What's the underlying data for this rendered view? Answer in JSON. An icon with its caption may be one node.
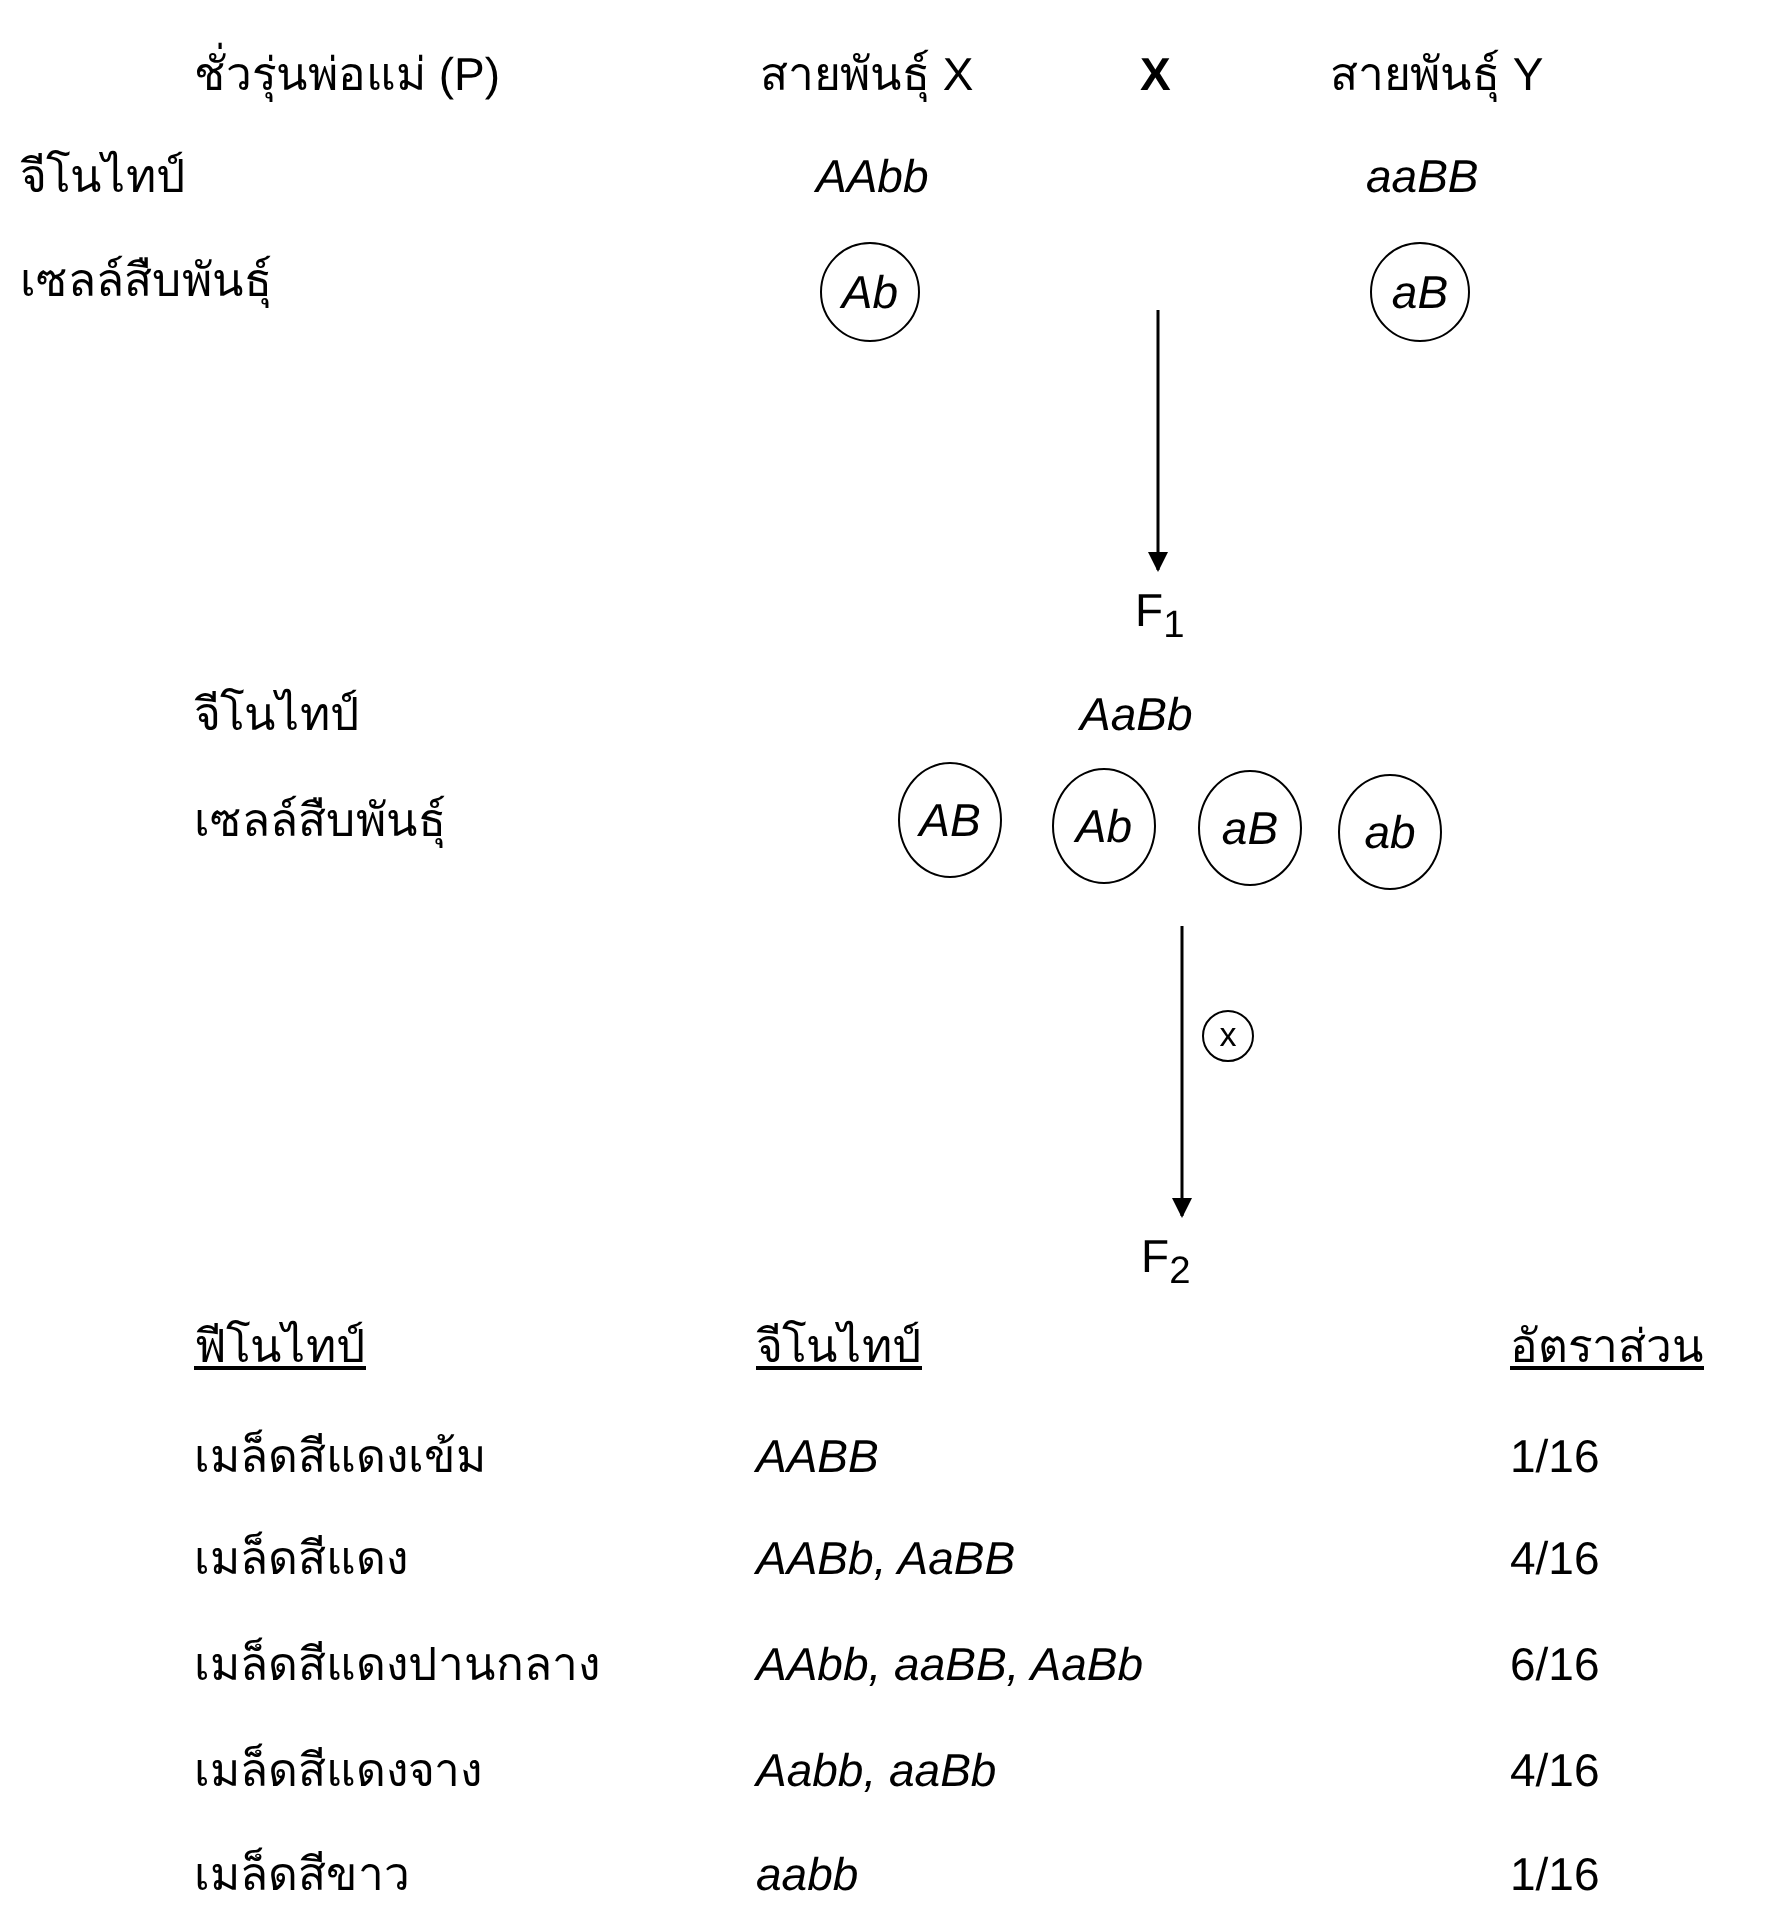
{
  "diagram": {
    "nodes": [
      {
        "text": [
          "Ab"
        ]
      },
      {
        "text": [
          "aB"
        ]
      },
      {
        "text": [
          "F$_{1}$"
        ]
      },
      {
        "text": [
          "AB"
        ]
      },
      {
        "text": [
          "Ab"
        ]
      },
      {
        "text": [
          "aB"
        ]
      },
      {
        "text": [
          "ab"
        ]
      },
      {
        "text": [
          "x"
        ]
      },
      {
        "text": [
          "F$_{2}$"
        ]
      }
    ],
    "edges": [
      {
        "from": null,
        "to": 2,
        "arrow": "to"
      },
      {
        "from": null,
        "to": 8,
        "arrow": "to"
      }
    ],
    "labels": [
      "ชั่วรุ่นพ่อแม่ (P)",
      "สายพันธุ์ X",
      "X",
      "สายพันธุ์ Y",
      "จีโนไทป์",
      "AAbb",
      "aaBB",
      "เซลล์สืบพันธุ์",
      "จีโนไทป์",
      "AaBb",
      "เซลล์สืบพันธุ์",
      "ฟีโนไทป์",
      "จีโนไทป์",
      "อัตราส่วน",
      "เมล็ดสีแดงเข้ม",
      "AABB",
      "1/16",
      "เมล็ดสีแดง",
      "AABb, AaBB",
      "4/16",
      "เมล็ดสีแดงปานกลาง",
      "AAbb, aaBB, AaBb",
      "6/16",
      "เมล็ดสีแดงจาง",
      "Aabb, aaBb",
      "4/16",
      "เมล็ดสีขาว",
      "aabb",
      "1/16"
    ]
  }
}
